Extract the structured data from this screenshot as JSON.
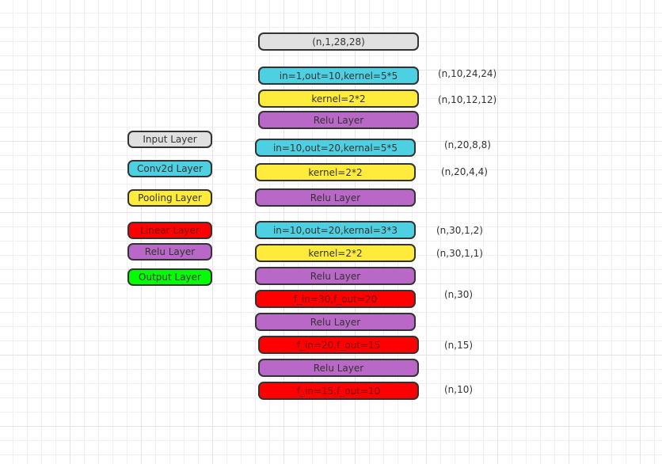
{
  "legend": [
    "Input Layer",
    "Conv2d Layer",
    "Pooling Layer",
    "Linear Layer",
    "Relu Layer",
    "Output Layer"
  ],
  "layers": [
    "(n,1,28,28)",
    "in=1,out=10,kernel=5*5",
    "kernel=2*2",
    "Relu Layer",
    "in=10,out=20,kernal=5*5",
    "kernel=2*2",
    "Relu Layer",
    "in=10,out=20,kernal=3*3",
    "kernel=2*2",
    "Relu Layer",
    "f_in=30,f_out=20",
    "Relu Layer",
    "f_in=20,f_out=15",
    "Relu Layer",
    "f_in=15,f_out=10"
  ],
  "shapes": [
    "(n,10,24,24)",
    "(n,10,12,12)",
    "(n,20,8,8)",
    "(n,20,4,4)",
    "(n,30,1,2)",
    "(n,30,1,1)",
    "(n,30)",
    "(n,15)",
    "(n,10)"
  ],
  "colors": {
    "input": "#e0e0e0",
    "conv": "#4dd0e1",
    "pool": "#ffeb3b",
    "linear": "#ff0000",
    "relu": "#ba68c8",
    "output": "#00ff00"
  }
}
